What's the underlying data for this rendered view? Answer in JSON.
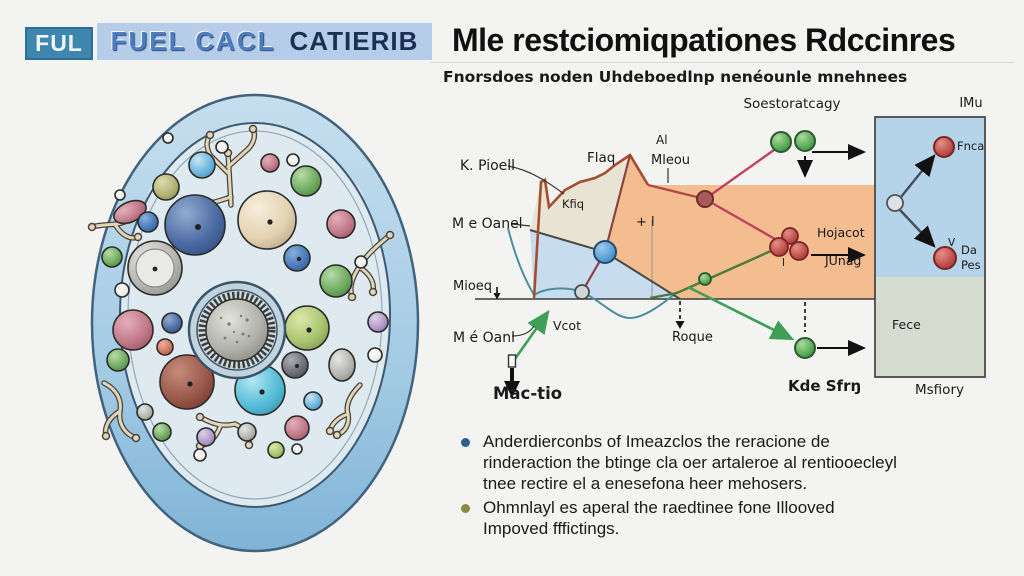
{
  "header": {
    "badge_ful": "FUL",
    "badge_fuel_cacl": "FUEL CACL",
    "badge_catierib": "CATIERIB",
    "title": "Mle restciomiqpationes Rdccinres"
  },
  "diagram": {
    "subtitle": "Fnorsdoes noden Uhdeboedlnp nenéounle mnehnees",
    "top_labels": {
      "soestoratcagy": "Soestoratcagy",
      "imu": "IMu"
    },
    "left_labels": {
      "k_pioell": "K. Pioell",
      "m_e_oanel": "M e Oanel",
      "mioeq": "Mioeq",
      "m_e_oanl": "M é Oanl"
    },
    "inner_labels": {
      "flaq": "Flaq",
      "kfiq": "Kfiq",
      "al": "Al",
      "mleou": "Mleou",
      "plus_l": "+ l",
      "vcot": "Vcot",
      "roque": "Roque",
      "mac_tio": "Mac-tio",
      "hojacot": "Hojacot",
      "junag": "JUnag",
      "tick": "l",
      "kde_sfrn": "Kde Sfrŋ"
    },
    "panel_labels": {
      "fnca": "Fnca",
      "v": "V",
      "da": "Da",
      "pes": "Pes",
      "fece": "Fece",
      "msfiory": "Msfiory"
    }
  },
  "bullets": [
    {
      "lines": [
        "Anderdierconbs of Imeazclos the reracione de",
        "rinderaction the btinge cla oer artaleroe al rentiooecleyl",
        "tnee rectire el a enesefona heer mehosers."
      ]
    },
    {
      "lines": [
        "Ohmnlayl es aperal the raedtinee fone Illooved",
        "Impoved fffictings."
      ]
    }
  ],
  "colors": {
    "header_teal": "#3e86ae",
    "header_lightblue": "#b6cde9",
    "header_navy": "#1c3056",
    "orange_region": "#f3bd90",
    "beige_region": "#e8e3d3",
    "blue_region": "#c8dcf0",
    "panel_blue": "#b5d4ea",
    "panel_green": "#d6ddd0",
    "line_brown": "#a34e2e",
    "line_crimson": "#c24060",
    "line_green": "#3f9e57",
    "bullet1_dot": "#2e5f8f",
    "bullet2_dot": "#8a8a40",
    "cell_ring": "#9cc4e0"
  }
}
